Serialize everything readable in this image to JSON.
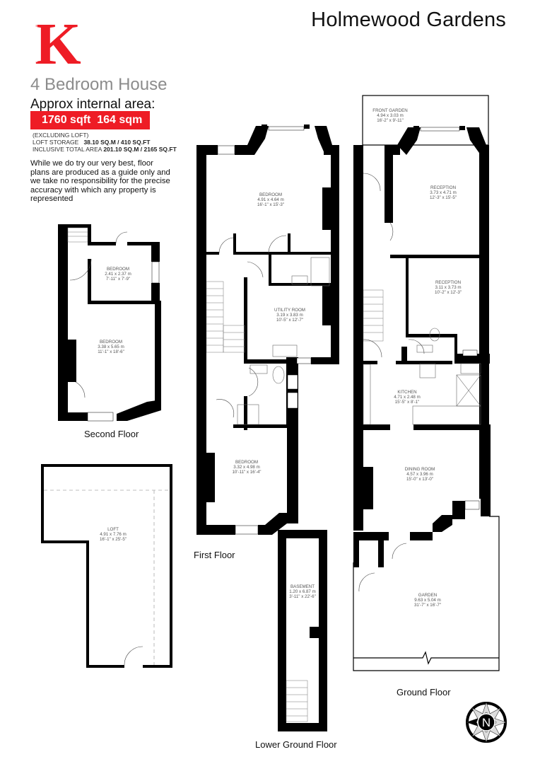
{
  "brand": {
    "logo_letter": "K",
    "logo_color": "#ee1c25"
  },
  "header": {
    "title": "Holmewood Gardens",
    "property_type": "4 Bedroom House",
    "area_label": "Approx internal area:",
    "area_value": "1760 sqft  164 sqm",
    "area_box_color": "#ee1c25"
  },
  "notes": {
    "excluding": "(EXCLUDING LOFT)",
    "loft_storage_label": "LOFT STORAGE",
    "loft_storage_value": "38.10 SQ.M / 410 SQ.FT",
    "inclusive_label": "INCLUSIVE TOTAL AREA",
    "inclusive_value": "201.10 SQ.M / 2165 SQ.FT"
  },
  "disclaimer": "While we do try our very best, floor plans are produced as a guide  only  and we take no responsibility for the precise accuracy  with which any property is represented",
  "floors": {
    "second": {
      "label": "Second Floor",
      "rooms": [
        {
          "name": "BEDROOM",
          "metric": "2.41 x 2.37 m",
          "imperial": "7'-11\" x 7'-9\""
        },
        {
          "name": "BEDROOM",
          "metric": "3.38 x 5.65 m",
          "imperial": "11'-1\" x 18'-6\""
        }
      ]
    },
    "loft": {
      "rooms": [
        {
          "name": "LOFT",
          "metric": "4.91 x 7.76 m",
          "imperial": "16'-1\" x 25'-5\""
        }
      ]
    },
    "first": {
      "label": "First Floor",
      "rooms": [
        {
          "name": "BEDROOM",
          "metric": "4.91 x 4.64 m",
          "imperial": "16'-1\" x 15'-3\""
        },
        {
          "name": "UTILITY ROOM",
          "metric": "3.19 x 3.83 m",
          "imperial": "10'-5\" x 12'-7\""
        },
        {
          "name": "BEDROOM",
          "metric": "3.32 x 4.98 m",
          "imperial": "10'-11\" x 16'-4\""
        }
      ]
    },
    "lower_ground": {
      "label": "Lower Ground Floor",
      "rooms": [
        {
          "name": "BASEMENT",
          "metric": "1.20 x 6.87 m",
          "imperial": "3'-11\" x 22'-6\""
        }
      ]
    },
    "ground": {
      "label": "Ground Floor",
      "rooms": [
        {
          "name": "FRONT GARDEN",
          "metric": "4.94 x 3.03 m",
          "imperial": "16'-2\" x 9'-11\""
        },
        {
          "name": "RECEPTION",
          "metric": "3.73 x 4.71 m",
          "imperial": "12'-3\" x 15'-5\""
        },
        {
          "name": "RECEPTION",
          "metric": "3.11 x 3.73 m",
          "imperial": "10'-2\" x 12'-3\""
        },
        {
          "name": "KITCHEN",
          "metric": "4.71 x 2.48 m",
          "imperial": "15'-5\" x 8'-1\""
        },
        {
          "name": "DINING ROOM",
          "metric": "4.57 x 3.96 m",
          "imperial": "15'-0\" x 13'-0\""
        },
        {
          "name": "GARDEN",
          "metric": "9.63 x  5.04 m",
          "imperial": "31'-7\" x  16'-7\""
        }
      ]
    }
  },
  "compass": {
    "letter": "N"
  }
}
